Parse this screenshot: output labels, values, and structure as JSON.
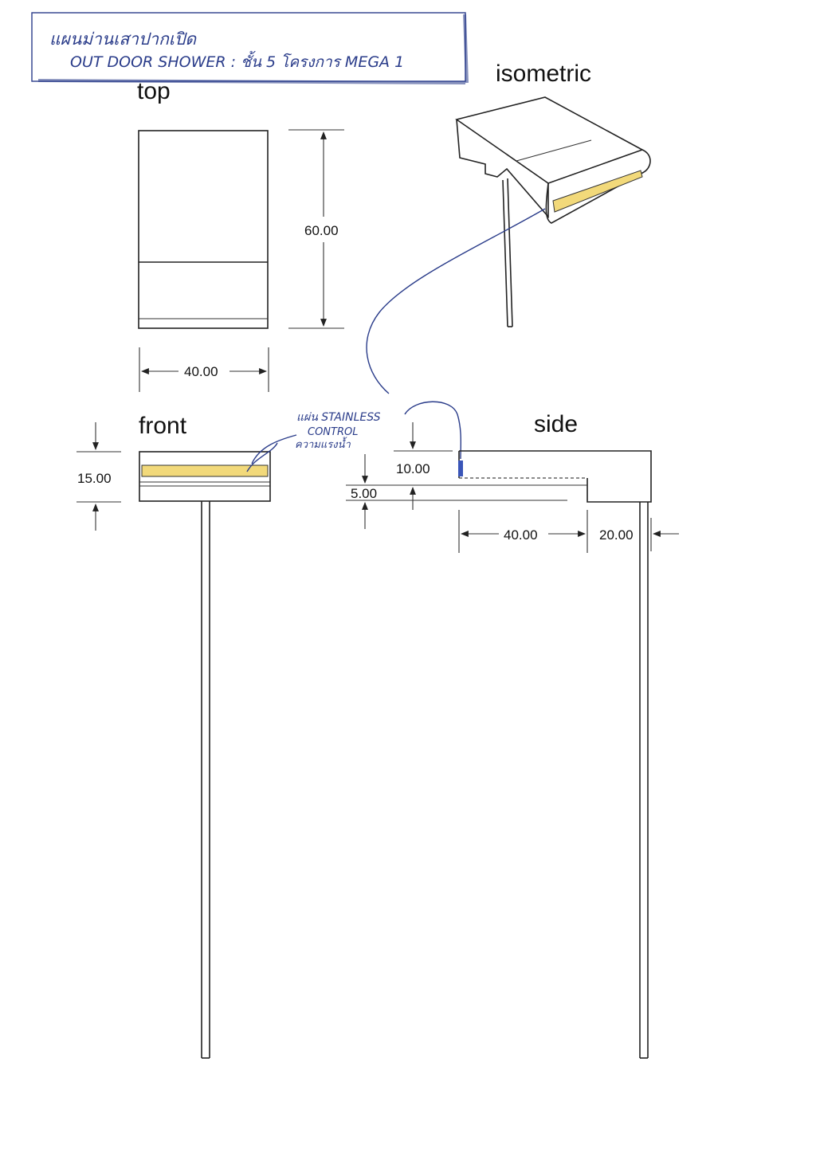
{
  "title_box": {
    "line1": "แผนม่านเสาปากเปิด",
    "line2": "OUT DOOR SHOWER : ชั้น 5 โครงการ MEGA 1"
  },
  "views": {
    "top": "top",
    "isometric": "isometric",
    "front": "front",
    "side": "side"
  },
  "dimensions": {
    "top_height": "60.00",
    "top_width": "40.00",
    "front_height": "15.00",
    "side_upper": "10.00",
    "side_lower": "5.00",
    "side_depth": "40.00",
    "side_post": "20.00"
  },
  "annotation": {
    "line1": "แผ่น STAINLESS",
    "line2": "CONTROL",
    "line3": "ความแรงน้ำ"
  },
  "colors": {
    "ink": "#222222",
    "pen": "#2a3c8a",
    "yellow_panel": "#f2d97a"
  }
}
